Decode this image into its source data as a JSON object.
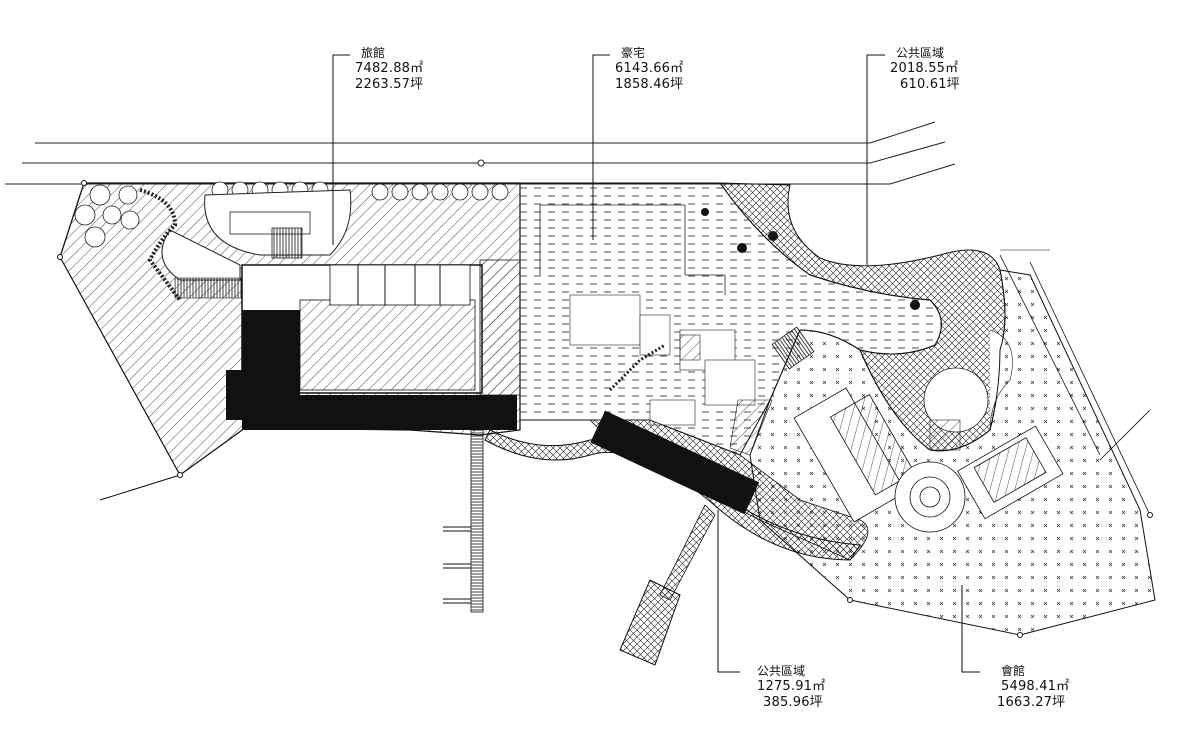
{
  "zones": {
    "hotel": {
      "name": "旅館",
      "area": "7482.88㎡",
      "ping": "2263.57坪"
    },
    "villa": {
      "name": "豪宅",
      "area": "6143.66㎡",
      "ping": "1858.46坪"
    },
    "public_north": {
      "name": "公共區域",
      "area": "2018.55㎡",
      "ping": "610.61坪"
    },
    "public_south": {
      "name": "公共區域",
      "area": "1275.91㎡",
      "ping": "385.96坪"
    },
    "clubhouse": {
      "name": "會館",
      "area": "5498.41㎡",
      "ping": "1663.27坪"
    }
  },
  "colors": {
    "line": "#111111",
    "fill_dark": "#111111",
    "background": "#ffffff"
  }
}
